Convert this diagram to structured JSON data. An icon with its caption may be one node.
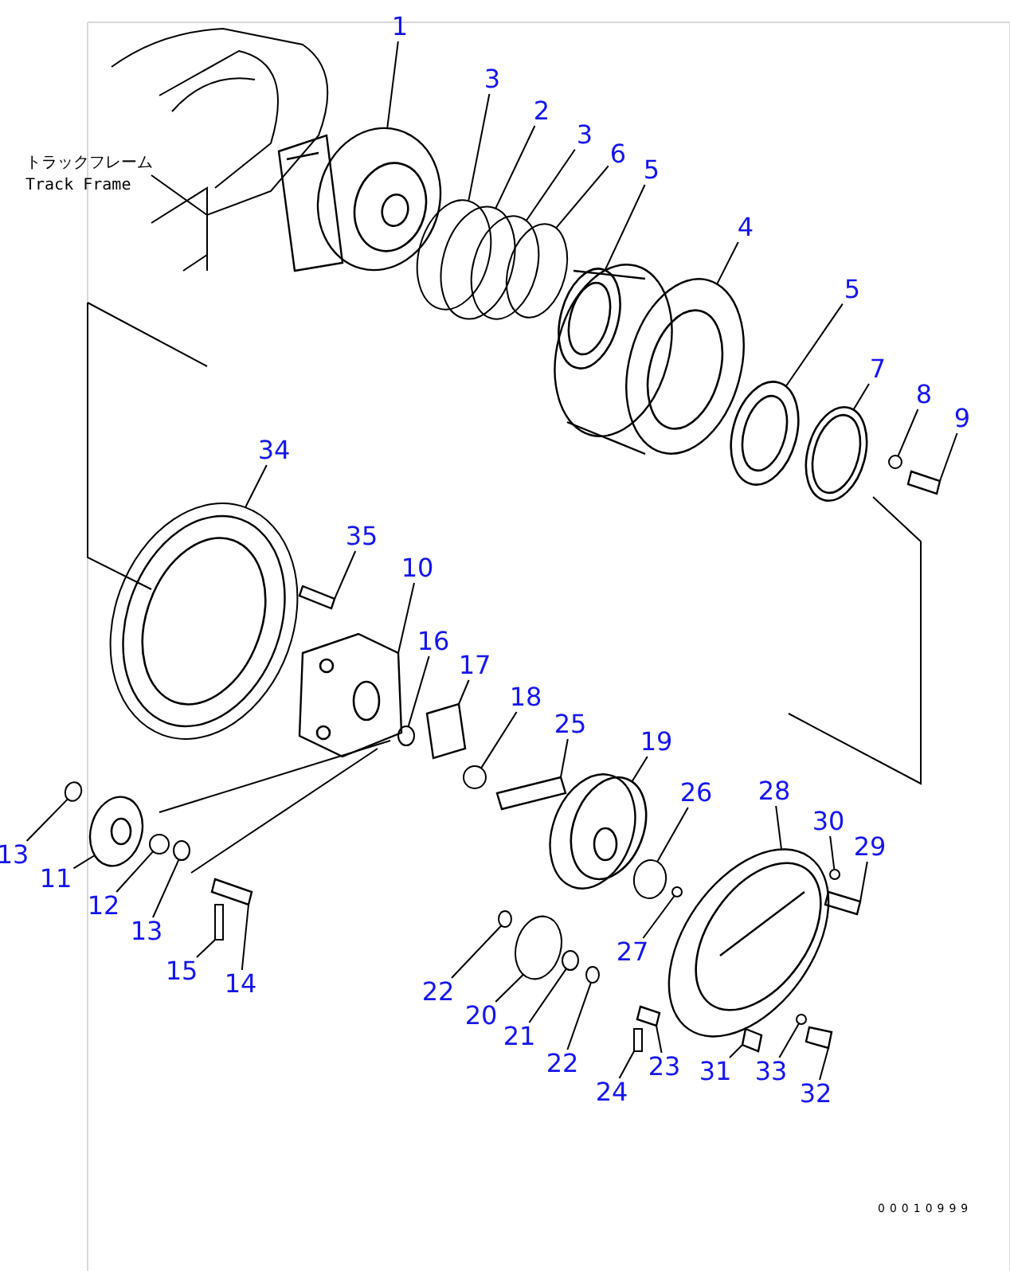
{
  "diagram": {
    "nodes": [
      {
        "text": [
          "1"
        ]
      },
      {
        "text": [
          "3"
        ]
      },
      {
        "text": [
          "2"
        ]
      },
      {
        "text": [
          "3"
        ]
      },
      {
        "text": [
          "6"
        ]
      },
      {
        "text": [
          "5"
        ]
      },
      {
        "text": [
          "4"
        ]
      },
      {
        "text": [
          "5"
        ]
      },
      {
        "text": [
          "7"
        ]
      },
      {
        "text": [
          "8"
        ]
      },
      {
        "text": [
          "9"
        ]
      },
      {
        "text": [
          "34"
        ]
      },
      {
        "text": [
          "35"
        ]
      },
      {
        "text": [
          "10"
        ]
      },
      {
        "text": [
          "16"
        ]
      },
      {
        "text": [
          "17"
        ]
      },
      {
        "text": [
          "18"
        ]
      },
      {
        "text": [
          "25"
        ]
      },
      {
        "text": [
          "19"
        ]
      },
      {
        "text": [
          "26"
        ]
      },
      {
        "text": [
          "28"
        ]
      },
      {
        "text": [
          "30"
        ]
      },
      {
        "text": [
          "29"
        ]
      },
      {
        "text": [
          "13"
        ]
      },
      {
        "text": [
          "11"
        ]
      },
      {
        "text": [
          "12"
        ]
      },
      {
        "text": [
          "13"
        ]
      },
      {
        "text": [
          "15"
        ]
      },
      {
        "text": [
          "14"
        ]
      },
      {
        "text": [
          "27"
        ]
      },
      {
        "text": [
          "22"
        ]
      },
      {
        "text": [
          "20"
        ]
      },
      {
        "text": [
          "21"
        ]
      },
      {
        "text": [
          "22"
        ]
      },
      {
        "text": [
          "23"
        ]
      },
      {
        "text": [
          "24"
        ]
      },
      {
        "text": [
          "31"
        ]
      },
      {
        "text": [
          "33"
        ]
      },
      {
        "text": [
          "32"
        ]
      },
      {
        "text": [],
        "shape": "picture"
      },
      {
        "text": [],
        "shape": "circle"
      },
      {
        "text": [],
        "shape": "circle"
      },
      {
        "text": [],
        "shape": "circle"
      },
      {
        "text": [],
        "shape": "circle"
      },
      {
        "text": [],
        "shape": "picture"
      },
      {
        "text": [],
        "shape": "picture"
      },
      {
        "text": [],
        "shape": "picture"
      },
      {
        "text": [],
        "shape": "picture"
      },
      {
        "text": [],
        "shape": "circle"
      },
      {
        "text": [],
        "shape": "picture"
      },
      {
        "text": [],
        "shape": "picture"
      },
      {
        "text": [],
        "shape": "picture"
      },
      {
        "text": [],
        "shape": "picture"
      },
      {
        "text": [],
        "shape": "circle"
      },
      {
        "text": [],
        "shape": "picture"
      },
      {
        "text": [],
        "shape": "circle"
      },
      {
        "text": [],
        "shape": "picture"
      },
      {
        "text": [],
        "shape": "picture"
      },
      {
        "text": [],
        "shape": "circle"
      },
      {
        "text": [],
        "shape": "picture"
      },
      {
        "text": [],
        "shape": "circle"
      },
      {
        "text": [],
        "shape": "picture"
      },
      {
        "text": [],
        "shape": "circle"
      },
      {
        "text": [],
        "shape": "picture"
      },
      {
        "text": [],
        "shape": "circle"
      },
      {
        "text": [],
        "shape": "circle"
      },
      {
        "text": [],
        "shape": "box"
      },
      {
        "text": [],
        "shape": "picture"
      },
      {
        "text": [],
        "shape": "circle"
      },
      {
        "text": [],
        "shape": "circle"
      },
      {
        "text": [],
        "shape": "circle"
      },
      {
        "text": [],
        "shape": "circle"
      },
      {
        "text": [],
        "shape": "circle"
      },
      {
        "text": [],
        "shape": "picture"
      },
      {
        "text": [],
        "shape": "box"
      },
      {
        "text": [],
        "shape": "picture"
      },
      {
        "text": [],
        "shape": "circle"
      },
      {
        "text": [],
        "shape": "picture"
      }
    ],
    "edges": [
      {
        "from": 0,
        "to": 39,
        "arrow": "none"
      },
      {
        "from": 1,
        "to": 40,
        "arrow": "none"
      },
      {
        "from": 2,
        "to": 41,
        "arrow": "none"
      },
      {
        "from": 3,
        "to": 42,
        "arrow": "none"
      },
      {
        "from": 4,
        "to": 43,
        "arrow": "none"
      },
      {
        "from": 5,
        "to": 44,
        "arrow": "none"
      },
      {
        "from": 6,
        "to": 45,
        "arrow": "none"
      },
      {
        "from": 7,
        "to": 46,
        "arrow": "none"
      },
      {
        "from": 8,
        "to": 47,
        "arrow": "none"
      },
      {
        "from": 9,
        "to": 48,
        "arrow": "none"
      },
      {
        "from": 10,
        "to": 49,
        "arrow": "none"
      },
      {
        "from": 11,
        "to": 50,
        "arrow": "none"
      },
      {
        "from": 12,
        "to": 51,
        "arrow": "none"
      },
      {
        "from": 13,
        "to": 52,
        "arrow": "none"
      },
      {
        "from": 14,
        "to": 53,
        "arrow": "none"
      },
      {
        "from": 15,
        "to": 54,
        "arrow": "none"
      },
      {
        "from": 16,
        "to": 55,
        "arrow": "none"
      },
      {
        "from": 17,
        "to": 56,
        "arrow": "none"
      },
      {
        "from": 18,
        "to": 57,
        "arrow": "none"
      },
      {
        "from": 19,
        "to": 58,
        "arrow": "none"
      },
      {
        "from": 20,
        "to": 59,
        "arrow": "none"
      },
      {
        "from": 21,
        "to": 60,
        "arrow": "none"
      },
      {
        "from": 22,
        "to": 61,
        "arrow": "none"
      },
      {
        "from": 23,
        "to": 62,
        "arrow": "none"
      },
      {
        "from": 24,
        "to": 63,
        "arrow": "none"
      },
      {
        "from": 25,
        "to": 64,
        "arrow": "none"
      },
      {
        "from": 26,
        "to": 65,
        "arrow": "none"
      },
      {
        "from": 27,
        "to": 66,
        "arrow": "none"
      },
      {
        "from": 28,
        "to": 67,
        "arrow": "none"
      },
      {
        "from": 29,
        "to": 68,
        "arrow": "none"
      },
      {
        "from": 30,
        "to": 69,
        "arrow": "none"
      },
      {
        "from": 31,
        "to": 70,
        "arrow": "none"
      },
      {
        "from": 32,
        "to": 71,
        "arrow": "none"
      },
      {
        "from": 33,
        "to": 72,
        "arrow": "none"
      },
      {
        "from": 34,
        "to": 73,
        "arrow": "none"
      },
      {
        "from": 35,
        "to": 74,
        "arrow": "none"
      },
      {
        "from": 36,
        "to": 75,
        "arrow": "none"
      },
      {
        "from": 37,
        "to": 76,
        "arrow": "none"
      },
      {
        "from": 38,
        "to": 77,
        "arrow": "none"
      }
    ],
    "labels": [
      "トラックフレーム Track Frame",
      "00010999"
    ]
  }
}
